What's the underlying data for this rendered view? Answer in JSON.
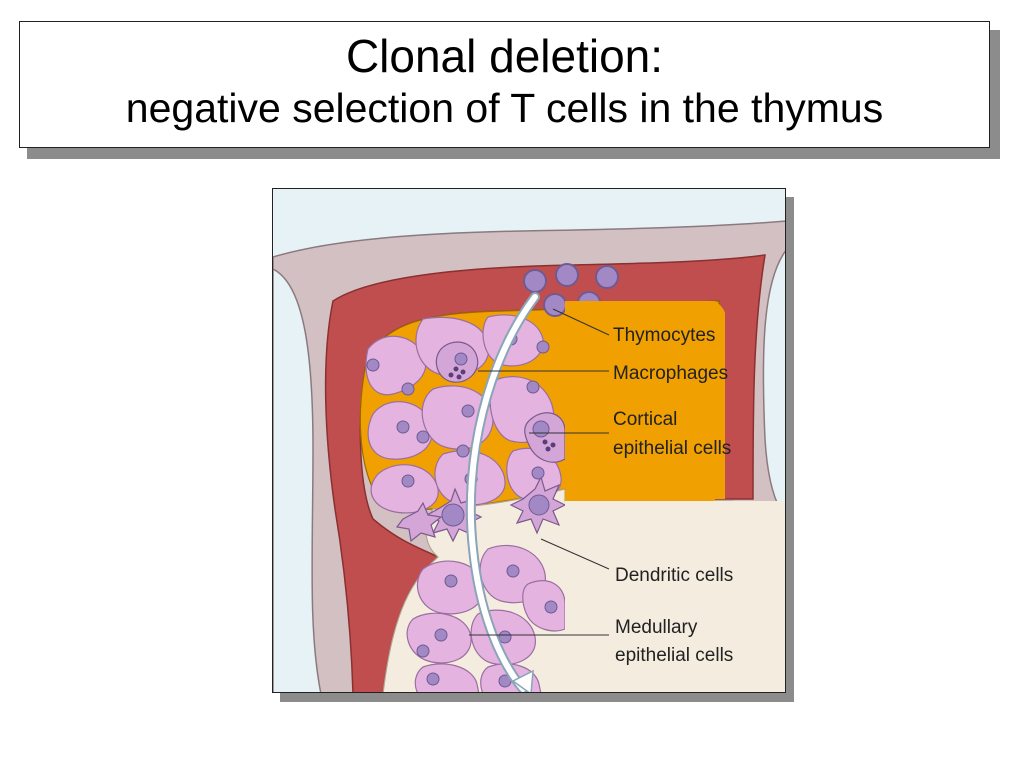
{
  "title": {
    "line1": "Clonal deletion:",
    "line2": "negative selection of T cells in the thymus"
  },
  "diagram": {
    "labels": {
      "thymocytes": "Thymocytes",
      "macrophages": "Macrophages",
      "cortical_1": "Cortical",
      "cortical_2": "epithelial cells",
      "dendritic": "Dendritic cells",
      "medullary_1": "Medullary",
      "medullary_2": "epithelial cells"
    },
    "colors": {
      "capsule": "#c04e4e",
      "cortex": "#f0a000",
      "cell": "#e4b3e0",
      "nucleus": "#a289c5",
      "medulla": "#f5ece0",
      "septum": "#d3c0c3"
    }
  }
}
